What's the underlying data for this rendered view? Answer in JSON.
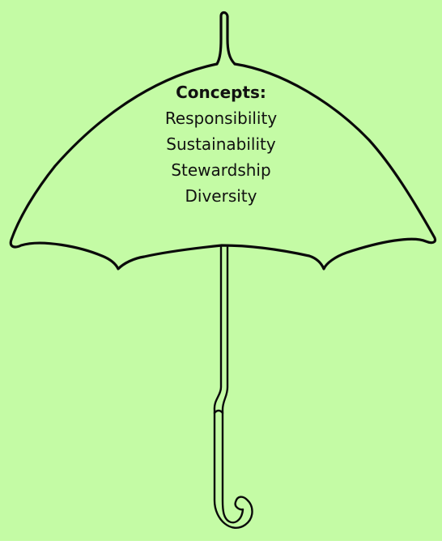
{
  "diagram": {
    "title": "Concepts:",
    "items": [
      {
        "label": "Responsibility"
      },
      {
        "label": "Sustainability"
      },
      {
        "label": "Stewardship"
      },
      {
        "label": "Diversity"
      }
    ],
    "icon": "umbrella-icon",
    "colors": {
      "background": "#c4fba5",
      "outline": "#0a0a0a",
      "text": "#111111"
    }
  }
}
